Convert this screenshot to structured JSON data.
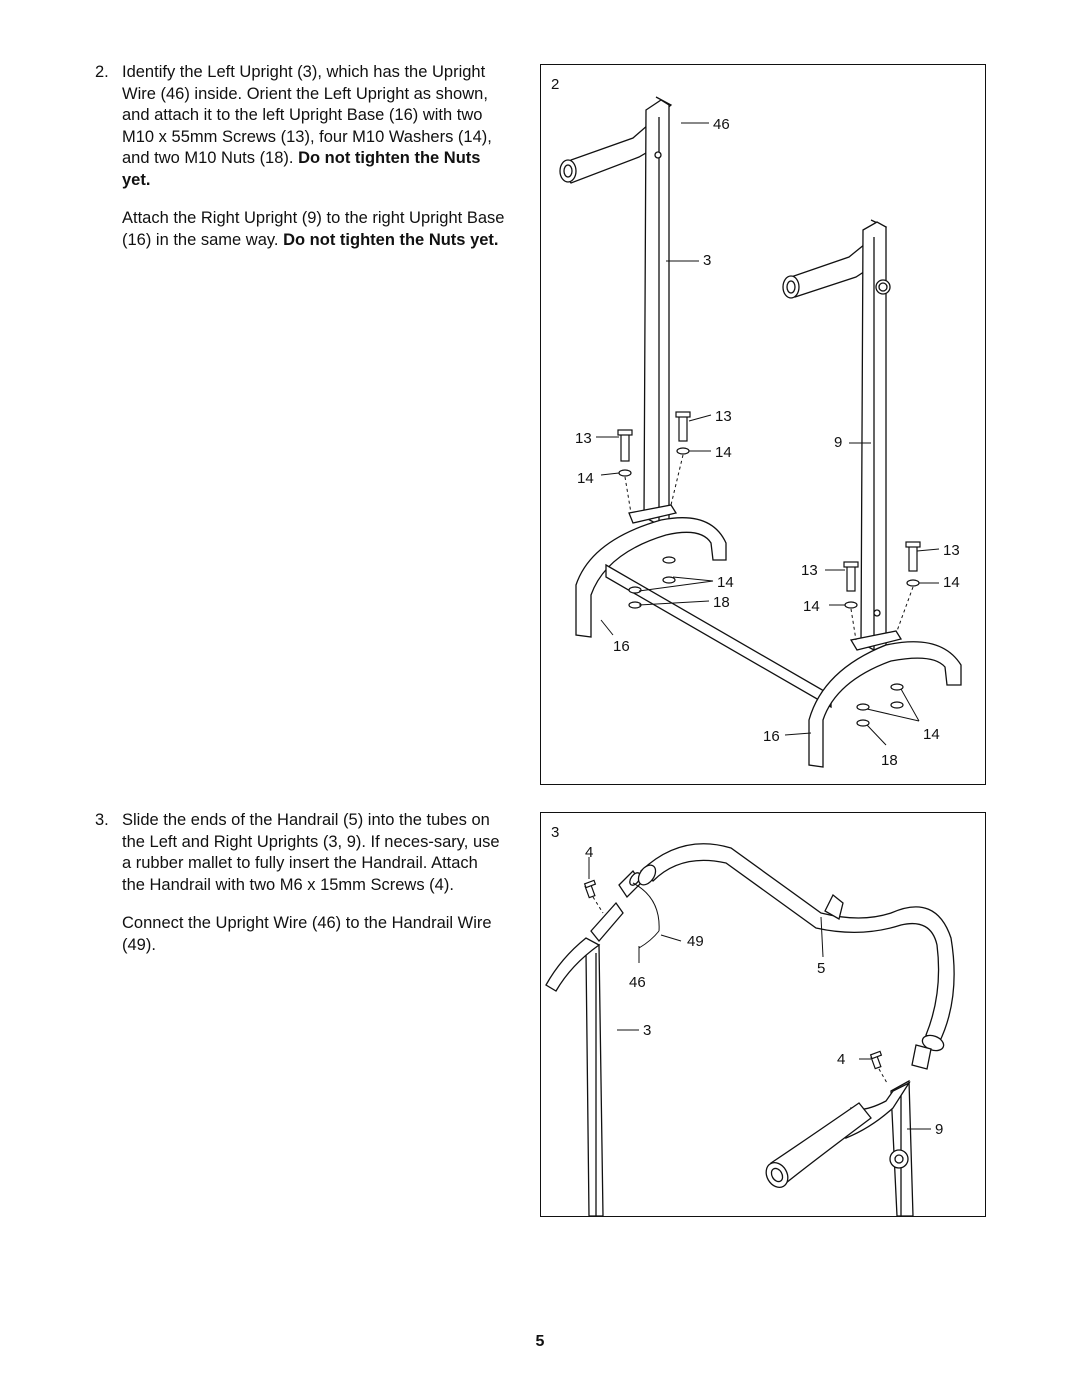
{
  "step2": {
    "number": "2.",
    "para1_a": "Identify the Left Upright (3), which has the Upright Wire (46) inside. Orient the Left Upright as shown, and attach it to the left Upright Base (16) with two M10 x 55mm Screws (13), four M10 Washers (14), and two M10 Nuts (18). ",
    "para1_bold": "Do not tighten the Nuts yet.",
    "para2_a": "Attach the Right Upright (9) to the right Upright Base (16) in the same way. ",
    "para2_bold": "Do not tighten the Nuts yet."
  },
  "step3": {
    "number": "3.",
    "para1": "Slide the ends of the Handrail (5) into the tubes on the Left and Right Uprights (3, 9). If neces-sary, use a rubber mallet to fully insert the Handrail. Attach the Handrail with two M6 x 15mm Screws (4).",
    "para2": "Connect the Upright Wire (46) to the Handrail Wire (49)."
  },
  "figure2": {
    "step_label": "2",
    "labels": {
      "wire_46": "46",
      "left_upright_3": "3",
      "screw_13_a": "13",
      "screw_13_b": "13",
      "washer_14_a": "14",
      "washer_14_b": "14",
      "right_upright_9": "9",
      "screw_13_c": "13",
      "screw_13_d": "13",
      "washer_14_c": "14",
      "washer_14_d": "14",
      "washer_14_e": "14",
      "nut_18_a": "18",
      "base_16_a": "16",
      "base_16_b": "16",
      "washer_14_f": "14",
      "nut_18_b": "18"
    }
  },
  "figure3": {
    "step_label": "3",
    "labels": {
      "screw_4_a": "4",
      "wire_49": "49",
      "wire_46": "46",
      "handrail_5": "5",
      "upright_3": "3",
      "screw_4_b": "4",
      "upright_9": "9"
    }
  },
  "page_number": "5"
}
